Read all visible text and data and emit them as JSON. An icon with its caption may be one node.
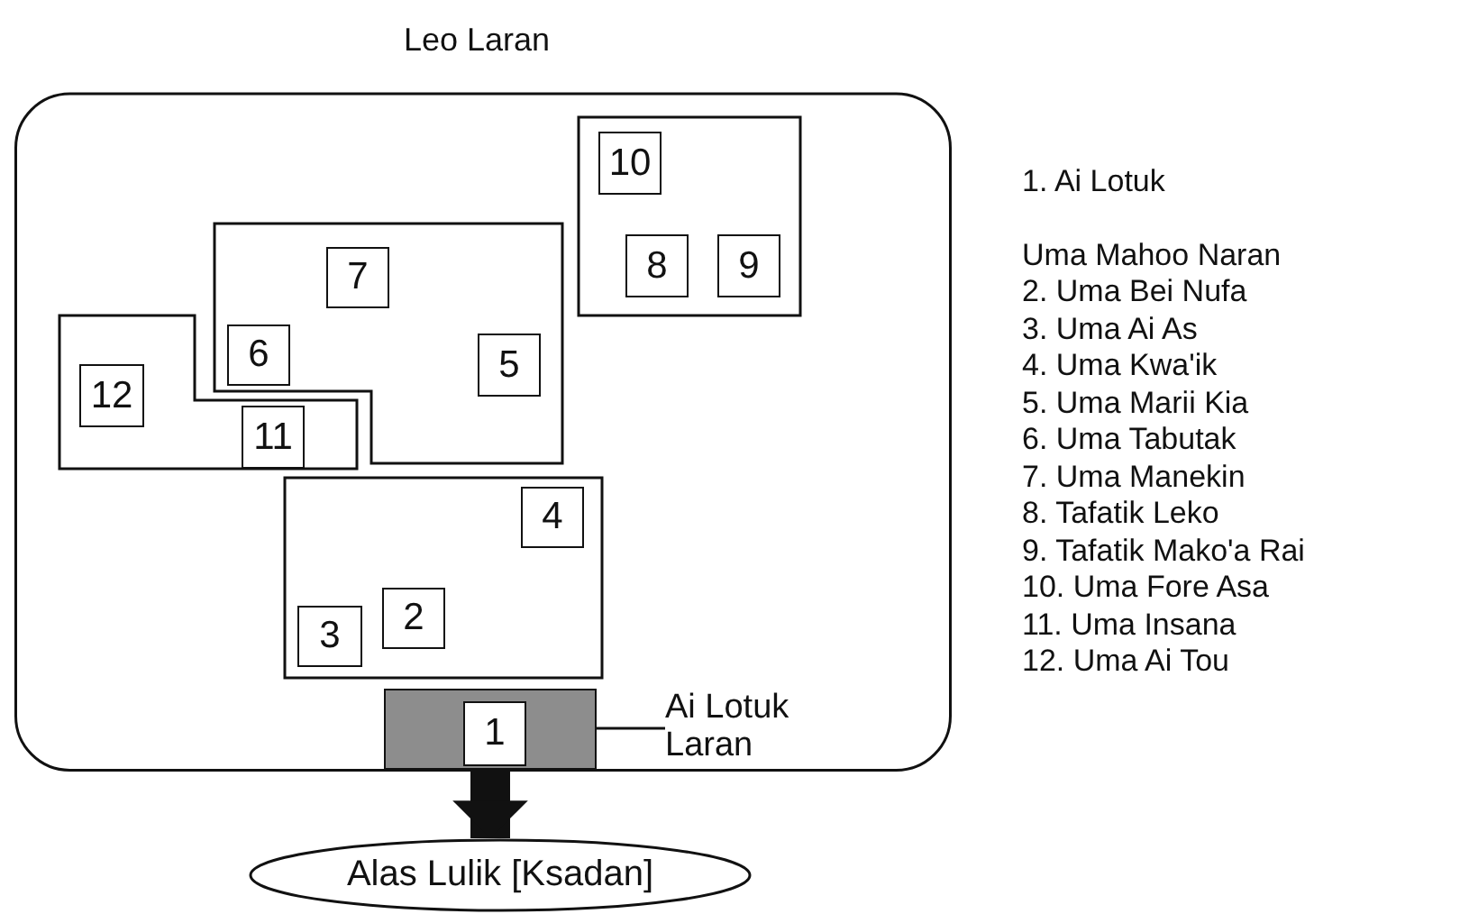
{
  "diagram": {
    "nodes": [
      {
        "text": [
          "Leo Laran"
        ]
      },
      {
        "text": [],
        "shape": "box",
        "in": 0
      },
      {
        "text": [
          "10"
        ],
        "in": 1
      },
      {
        "text": [
          "8"
        ],
        "in": 1
      },
      {
        "text": [
          "9"
        ],
        "in": 1
      },
      {
        "text": [],
        "shape": "box",
        "in": 0
      },
      {
        "text": [
          "7"
        ],
        "in": 5
      },
      {
        "text": [
          "6"
        ],
        "in": 5
      },
      {
        "text": [
          "5"
        ],
        "in": 5
      },
      {
        "text": [],
        "shape": "box",
        "in": 0
      },
      {
        "text": [
          "12"
        ],
        "in": 9
      },
      {
        "text": [
          "11"
        ],
        "in": 9
      },
      {
        "text": [],
        "shape": "box",
        "in": 0
      },
      {
        "text": [
          "4"
        ],
        "in": 12
      },
      {
        "text": [
          "2"
        ],
        "in": 12
      },
      {
        "text": [
          "3"
        ],
        "in": 12
      },
      {
        "text": [],
        "shape": "box",
        "in": 0
      },
      {
        "text": [
          "1"
        ],
        "in": 16
      },
      {
        "text": [
          "Ai Lotuk Laran"
        ],
        "in": 0
      },
      {
        "text": [
          "Alas Lulik [Ksadan]"
        ]
      }
    ],
    "edges": [
      {
        "from": 18,
        "to": 16,
        "arrow": "none"
      },
      {
        "from": 16,
        "to": 19,
        "arrow": "to",
        "style": "thick"
      }
    ],
    "labels": [
      "1. Ai Lotuk",
      "Uma Mahoo Naran",
      "2. Uma Bei Nufa",
      "3. Uma Ai As",
      "4. Uma Kwa'ik",
      "5. Uma Marii Kia",
      "6. Uma Tabutak",
      "7. Uma Manekin",
      "8. Tafatik Leko",
      "9. Tafatik Mako'a Rai",
      "10. Uma Fore Asa",
      "11. Uma Insana",
      "12. Uma Ai Tou"
    ]
  }
}
